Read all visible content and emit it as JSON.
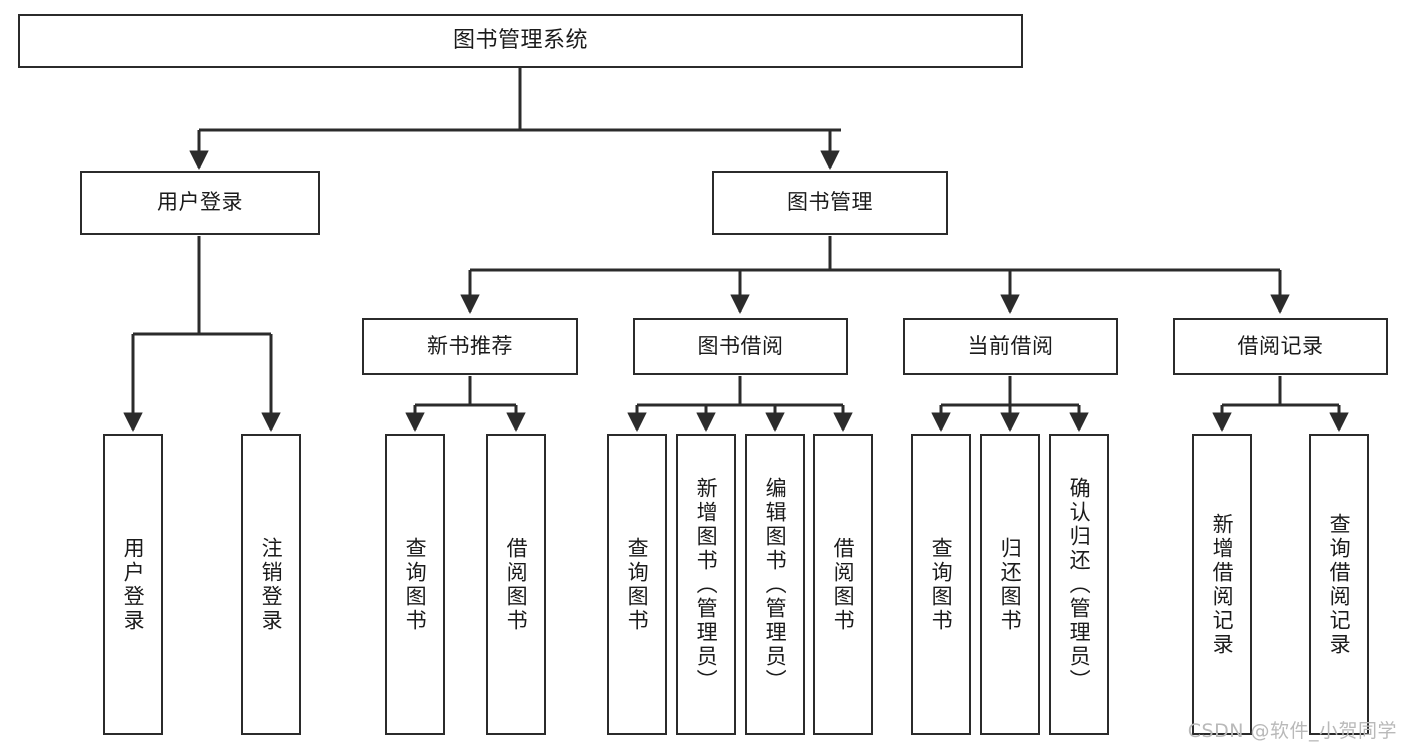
{
  "diagram": {
    "title": "图书管理系统",
    "type": "tree",
    "stroke_color": "#2b2b2b",
    "background_color": "#ffffff",
    "root": {
      "label": "图书管理系统"
    },
    "level2": [
      {
        "label": "用户登录"
      },
      {
        "label": "图书管理"
      }
    ],
    "level3": [
      {
        "label": "新书推荐"
      },
      {
        "label": "图书借阅"
      },
      {
        "label": "当前借阅"
      },
      {
        "label": "借阅记录"
      }
    ],
    "leaves": {
      "user_login": [
        {
          "label": "用户登录"
        },
        {
          "label": "注销登录"
        }
      ],
      "new_book": [
        {
          "label": "查询图书"
        },
        {
          "label": "借阅图书"
        }
      ],
      "book_borrow": [
        {
          "label": "查询图书"
        },
        {
          "label": "新增图书（管理员）"
        },
        {
          "label": "编辑图书（管理员）"
        },
        {
          "label": "借阅图书"
        }
      ],
      "current_borrow": [
        {
          "label": "查询图书"
        },
        {
          "label": "归还图书"
        },
        {
          "label": "确认归还（管理员）"
        }
      ],
      "borrow_record": [
        {
          "label": "新增借阅记录"
        },
        {
          "label": "查询借阅记录"
        }
      ]
    }
  },
  "watermark": {
    "text": "CSDN @软件_小贺同学"
  }
}
